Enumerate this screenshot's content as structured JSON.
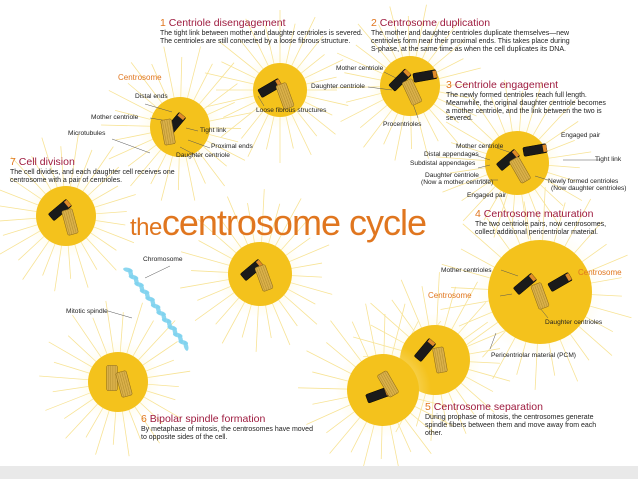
{
  "title": {
    "prefix": "the",
    "main": "centrosome cycle"
  },
  "colors": {
    "accent": "#e0761f",
    "crimson": "#9e1b3f",
    "circle": "#f4c21c",
    "centriole_gold": "#d9b04a",
    "centriole_black": "#1a1a1a",
    "ray": "#f7e08a"
  },
  "steps": [
    {
      "num": "1",
      "title": "Centriole disengagement",
      "desc": "The tight link between mother and daughter centrioles is severed. The centrioles are still connected by a loose fibrous structure."
    },
    {
      "num": "2",
      "title": "Centrosome duplication",
      "desc": "The mother and daughter centrioles duplicate themselves—new centrioles form near their proximal ends. This takes place during S-phase, at the same time as when the cell duplicates its DNA."
    },
    {
      "num": "3",
      "title": "Centriole engagement",
      "desc": "The newly formed centrioles reach full length. Meanwhile, the original daughter centriole becomes a mother centriole, and the link between the two is severed."
    },
    {
      "num": "4",
      "title": "Centrosome maturation",
      "desc": "The two centriole pairs, now centrosomes, collect additional pericentriolar material."
    },
    {
      "num": "5",
      "title": "Centrosome separation",
      "desc": "During prophase of mitosis, the centrosomes generate spindle fibers between them and move away from each other."
    },
    {
      "num": "6",
      "title": "Bipolar spindle formation",
      "desc": "By metaphase of mitosis, the centrosomes have moved to opposite sides of the cell."
    },
    {
      "num": "7",
      "title": "Cell division",
      "desc": "The cell divides, and each daughter cell receives one centrosome with a pair of centrioles."
    }
  ],
  "labels": {
    "centrosome_top": "Centrosome",
    "distal_ends": "Distal ends",
    "mother_centriole": "Mother centriole",
    "microtubules": "Microtubules",
    "tight_link": "Tight link",
    "proximal_ends": "Proximal ends",
    "daughter_centriole": "Daughter centriole",
    "loose_fibrous": "Loose fibrous structures",
    "s2_mother": "Mother centriole",
    "s2_daughter": "Daughter centriole",
    "procentrioles": "Procentrioles",
    "s3_engaged_top": "Engaged pair",
    "s3_mother": "Mother centriole",
    "distal_appendages": "Distal appendages",
    "subdistal_appendages": "Subdistal appendages",
    "s3_daughter": "Daughter centriole",
    "s3_daughter_note": "(Now a mother centriole)",
    "s3_tight_link": "Tight link",
    "newly_formed": "Newly formed centrioles",
    "newly_formed_note": "(Now daughter centrioles)",
    "s3_engaged_bottom": "Engaged pair",
    "s4_mother": "Mother centrioles",
    "s4_centrosome_right": "Centrosome",
    "s4_centrosome_left": "Centrosome",
    "s4_daughter": "Daughter centrioles",
    "pcm": "Pericentriolar material (PCM)",
    "chromosome": "Chromosome",
    "mitotic_spindle": "Mitotic spindle"
  }
}
